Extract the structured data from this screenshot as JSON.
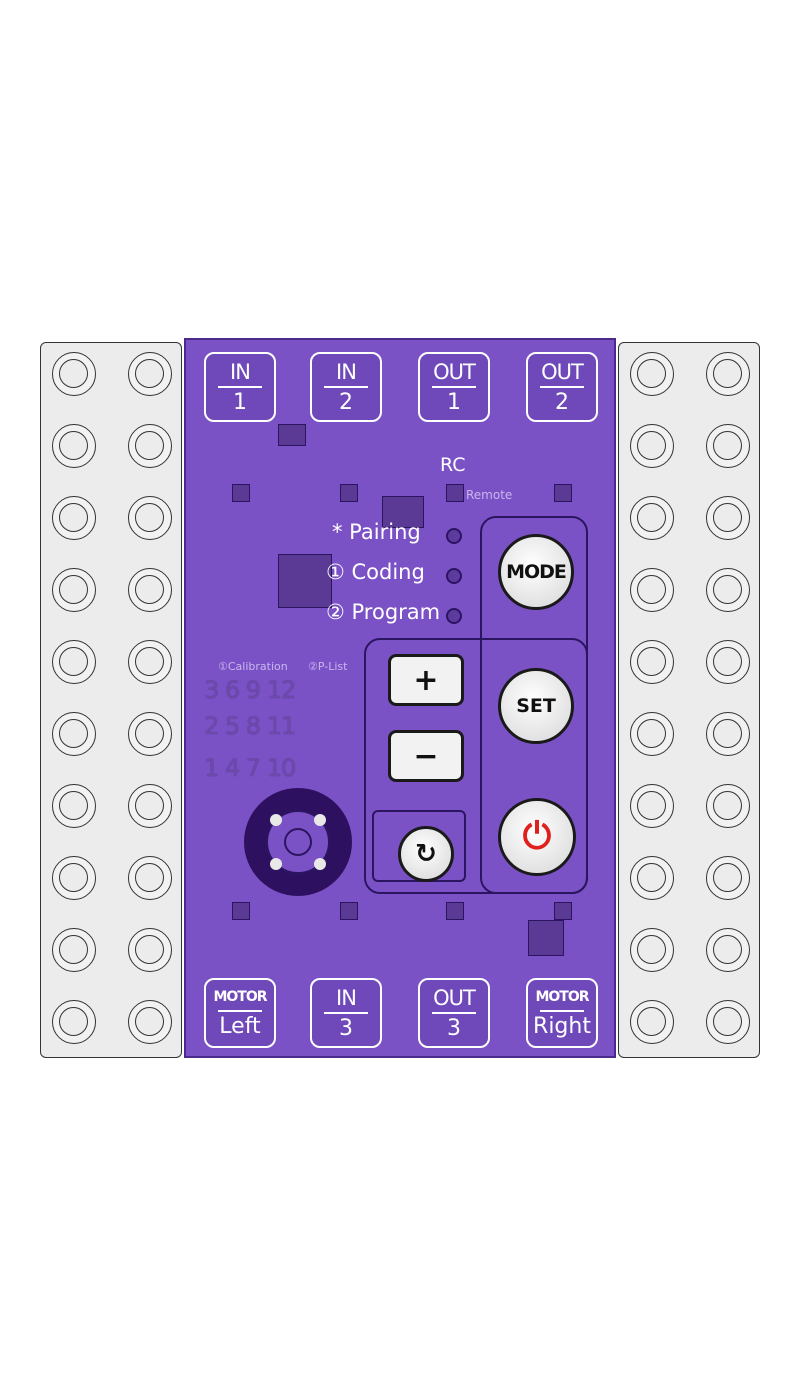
{
  "ports_top": [
    {
      "top": "IN",
      "bottom": "1"
    },
    {
      "top": "IN",
      "bottom": "2"
    },
    {
      "top": "OUT",
      "bottom": "1"
    },
    {
      "top": "OUT",
      "bottom": "2"
    }
  ],
  "ports_bottom": [
    {
      "top": "MOTOR",
      "bottom": "Left"
    },
    {
      "top": "IN",
      "bottom": "3"
    },
    {
      "top": "OUT",
      "bottom": "3"
    },
    {
      "top": "MOTOR",
      "bottom": "Right"
    }
  ],
  "rc_label": "RC",
  "remote_label": "Remote",
  "modes": {
    "pairing": "* Pairing",
    "coding": "① Coding",
    "program": "② Program"
  },
  "calibration_label": "①Calibration",
  "plist_label": "②P-List",
  "segment_rows": [
    "3  6  9  12",
    "2  5  8  11",
    "1  4  7  10"
  ],
  "buttons": {
    "mode": "MODE",
    "set": "SET",
    "plus": "+",
    "minus": "−",
    "reset_icon": "↻",
    "power_icon": "⏻"
  },
  "colors": {
    "board": "#7b52c6",
    "power_icon": "#e0201c"
  }
}
